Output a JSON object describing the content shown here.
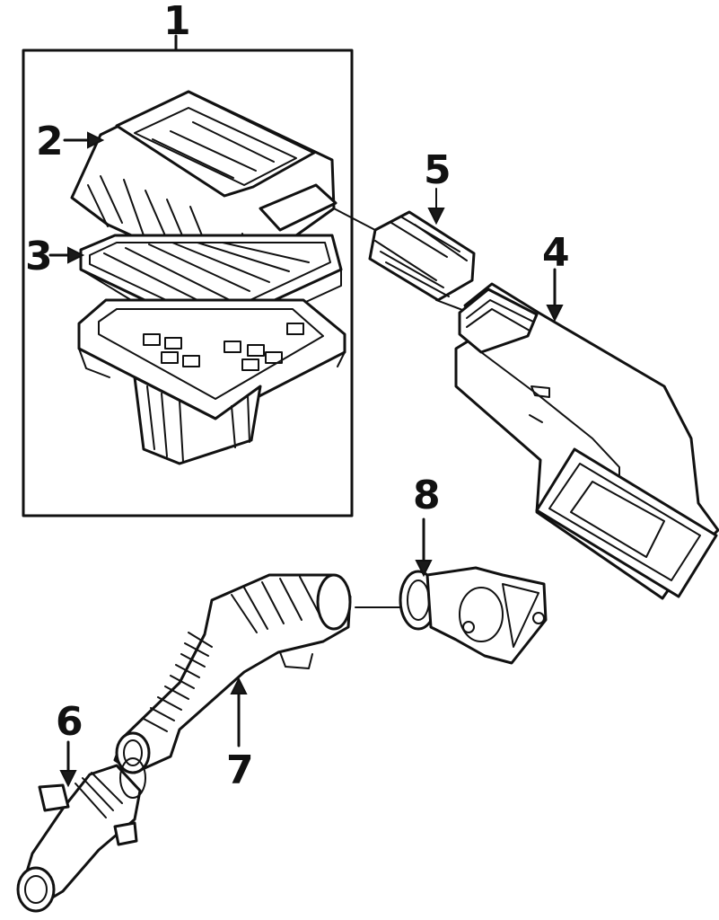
{
  "callouts": {
    "c1": "1",
    "c2": "2",
    "c3": "3",
    "c4": "4",
    "c5": "5",
    "c6": "6",
    "c7": "7",
    "c8": "8"
  },
  "colors": {
    "ink": "#111111",
    "paper": "#ffffff"
  }
}
